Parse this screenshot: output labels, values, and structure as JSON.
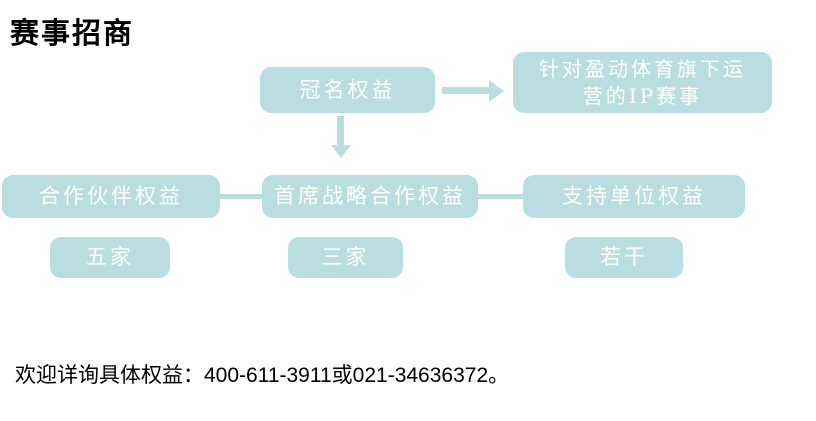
{
  "page": {
    "title": "赛事招商",
    "footer": "欢迎详询具体权益：400-611-3911或021-34636372。"
  },
  "colors": {
    "node_fill": "#b9dde1",
    "node_text": "#ffffff",
    "title_text": "#000000",
    "footer_text": "#000000",
    "background": "#ffffff"
  },
  "flowchart": {
    "nodes": {
      "title_sponsorship": "冠名权益",
      "ip_events": "针对盈动体育旗下运营的IP赛事",
      "partner": "合作伙伴权益",
      "chief_strategic": "首席战略合作权益",
      "support_unit": "支持单位权益",
      "partner_count": "五家",
      "chief_count": "三家",
      "support_count": "若干"
    },
    "icons": [
      "arrow-right-icon",
      "arrow-down-icon"
    ]
  }
}
